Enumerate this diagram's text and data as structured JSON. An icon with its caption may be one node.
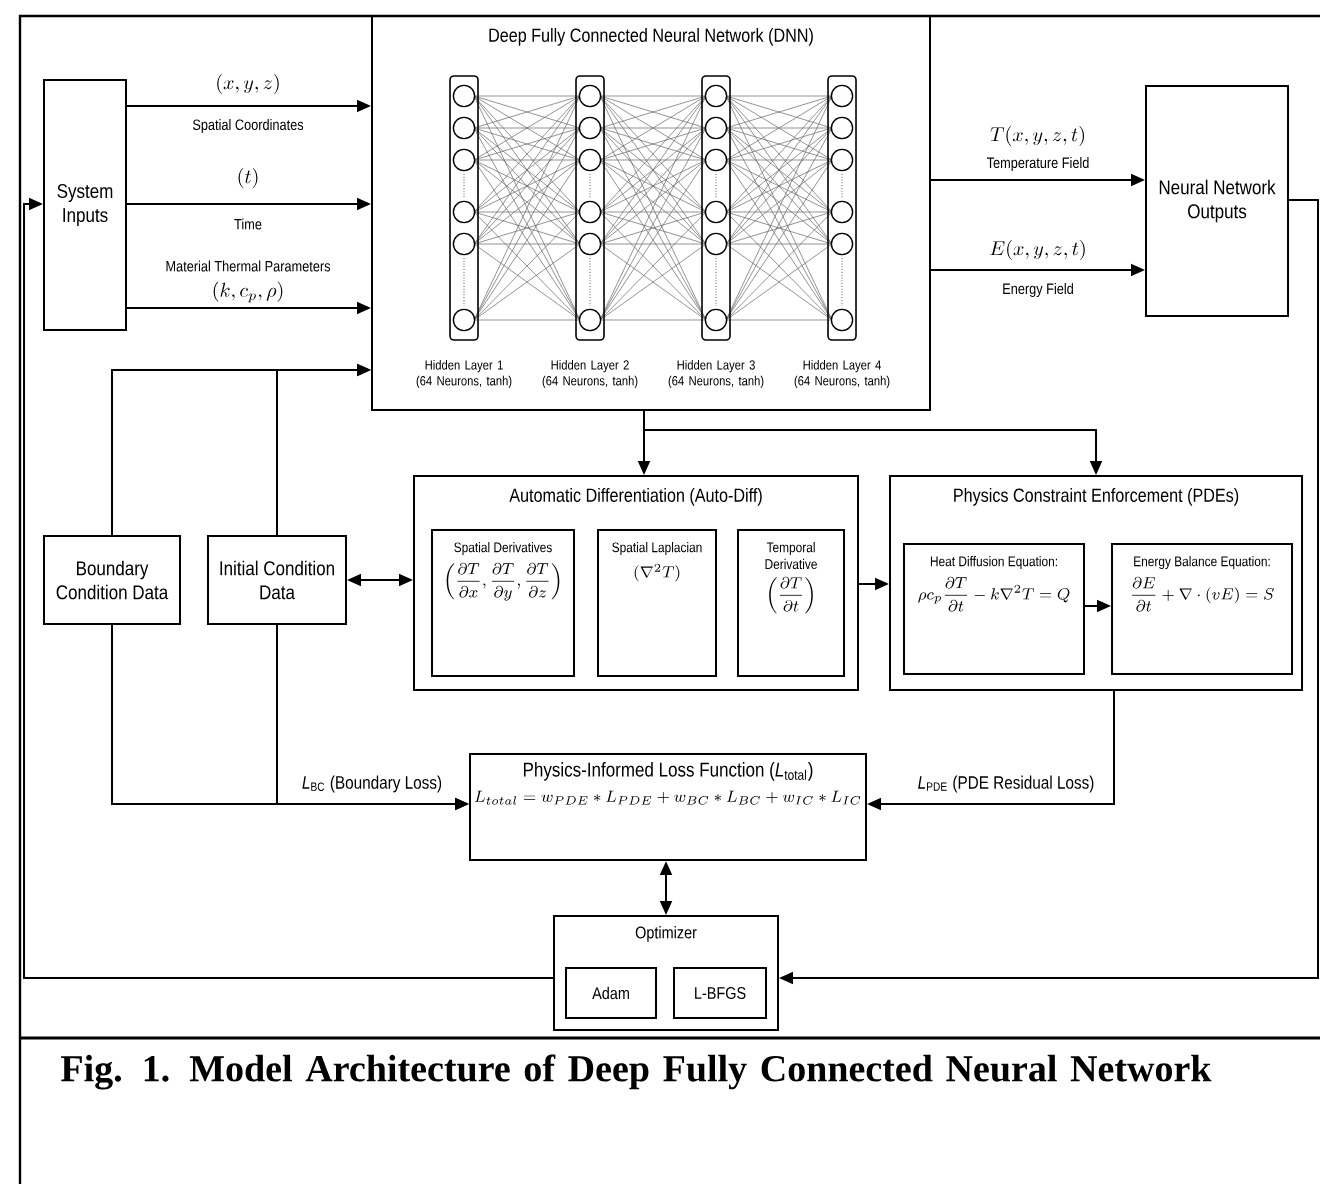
{
  "diagram": {
    "caption": "Fig. 1. Model Architecture of Deep Fully Connected Neural Network",
    "nodes": [
      {
        "text": [
          "System Inputs"
        ]
      },
      {
        "text": [
          "Deep Fully Connected Neural Network (DNN)"
        ]
      },
      {
        "text": [
          "Hidden Layer 1 (64 Neurons, tanh)"
        ],
        "in": 1
      },
      {
        "text": [
          "Hidden Layer 2 (64 Neurons, tanh)"
        ],
        "in": 1
      },
      {
        "text": [
          "Hidden Layer 3 (64 Neurons, tanh)"
        ],
        "in": 1
      },
      {
        "text": [
          "Hidden Layer 4 (64 Neurons, tanh)"
        ],
        "in": 1
      },
      {
        "text": [
          "Neural Network Outputs"
        ]
      },
      {
        "text": [
          "Automatic Differentiation (Auto-Diff)"
        ]
      },
      {
        "text": [
          "Spatial Derivatives",
          "\\left(\\frac{\\partial T}{\\partial x},\\frac{\\partial T}{\\partial y},\\frac{\\partial T}{\\partial z}\\right)"
        ],
        "in": 7
      },
      {
        "text": [
          "Spatial Laplacian",
          "(\\nabla^2 T)"
        ],
        "in": 7
      },
      {
        "text": [
          "Temporal Derivative",
          "\\left(\\frac{\\partial T}{\\partial t}\\right)"
        ],
        "in": 7
      },
      {
        "text": [
          "Physics Constraint Enforcement (PDEs)"
        ]
      },
      {
        "text": [
          "Heat Diffusion Equation:",
          "\\rho c_p \\frac{\\partial T}{\\partial t} - k\\nabla^2 T = Q"
        ],
        "in": 11
      },
      {
        "text": [
          "Energy Balance Equation:",
          "\\frac{\\partial E}{\\partial t} + \\nabla\\cdot(vE) = S"
        ],
        "in": 11
      },
      {
        "text": [
          "Boundary Condition Data"
        ]
      },
      {
        "text": [
          "Initial Condition Data"
        ]
      },
      {
        "text": [
          "Physics-Informed Loss Function (*L*$_{total}$)",
          "L_{total} = w_{PDE} * L_{PDE} + w_{BC} * L_{BC} + w_{IC} * L_{IC}"
        ]
      },
      {
        "text": [
          "Optimizer"
        ]
      },
      {
        "text": [
          "Adam"
        ],
        "in": 17
      },
      {
        "text": [
          "L-BFGS"
        ],
        "in": 17
      }
    ],
    "edges": [
      {
        "from": 0,
        "to": 1,
        "arrow": "to",
        "label": "Spatial Coordinates"
      },
      {
        "from": 0,
        "to": 1,
        "arrow": "to",
        "label": "Time"
      },
      {
        "from": 0,
        "to": 1,
        "arrow": "to",
        "label": "Material Thermal Parameters"
      },
      {
        "from": 1,
        "to": 6,
        "arrow": "to",
        "label": "Temperature Field"
      },
      {
        "from": 1,
        "to": 6,
        "arrow": "to",
        "label": "Energy Field"
      },
      {
        "from": 1,
        "to": 7,
        "arrow": "to"
      },
      {
        "from": 1,
        "to": 11,
        "arrow": "to"
      },
      {
        "from": 14,
        "to": 1,
        "arrow": "to"
      },
      {
        "from": 15,
        "to": 1,
        "arrow": "to"
      },
      {
        "from": 15,
        "to": 7,
        "arrow": "both"
      },
      {
        "from": 7,
        "to": 11,
        "arrow": "to"
      },
      {
        "from": 12,
        "to": 13,
        "arrow": "to"
      },
      {
        "from": 14,
        "to": 16,
        "arrow": "to",
        "label": "*L*$_{BC}$ (Boundary Loss)"
      },
      {
        "from": 15,
        "to": 16,
        "arrow": "to"
      },
      {
        "from": 11,
        "to": 16,
        "arrow": "to",
        "label": "*L*$_{PDE}$ (PDE Residual Loss)"
      },
      {
        "from": 16,
        "to": 17,
        "arrow": "both"
      },
      {
        "from": 6,
        "to": 17,
        "arrow": "to"
      },
      {
        "from": 17,
        "to": 0,
        "arrow": "to"
      }
    ],
    "labels": [
      "(x, y, z)",
      "(t)",
      "(k, c_p, \\rho)",
      "T(x, y, z, t)",
      "E(x, y, z, t)"
    ]
  }
}
